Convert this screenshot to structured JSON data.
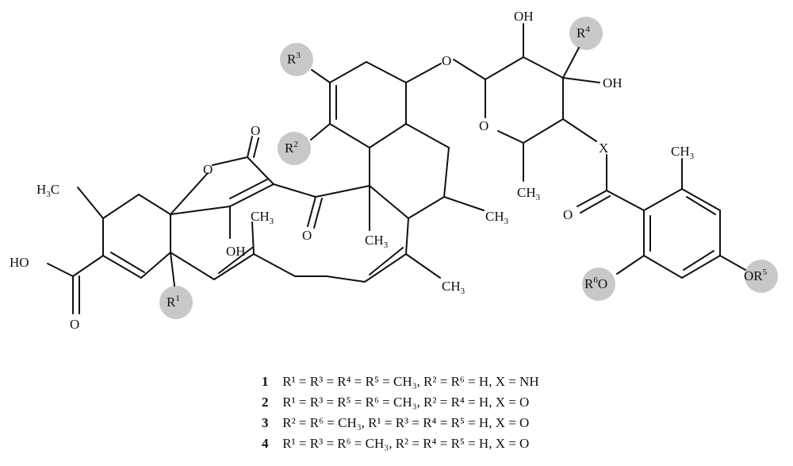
{
  "atoms": {
    "oh": "OH",
    "ho": "HO",
    "o": "O",
    "x": "X",
    "ch": "CH",
    "h3c_h": "H",
    "h3c_c": "C",
    "three": "3",
    "r": "R",
    "r1": "1",
    "r2": "2",
    "r3": "3",
    "r4": "4",
    "r6": "6",
    "r5": "5",
    "or5_o": "O",
    "or5_r": "R",
    "r6o_o": "O"
  },
  "legend": [
    {
      "num": "1",
      "text": "R¹ = R³ = R⁴ = R⁵ = CH₃, R² = R⁶ = H,  X = NH"
    },
    {
      "num": "2",
      "text": "R¹ = R³ = R⁵ = R⁶ = CH₃, R² = R⁴ = H,  X = O"
    },
    {
      "num": "3",
      "text": "R² = R⁶ = CH₃, R¹ = R³ = R⁴ = R⁵ = H, X = O"
    },
    {
      "num": "4",
      "text": "R¹ = R³ = R⁶ = CH₃, R² = R⁴ = R⁵ = H, X = O"
    }
  ]
}
